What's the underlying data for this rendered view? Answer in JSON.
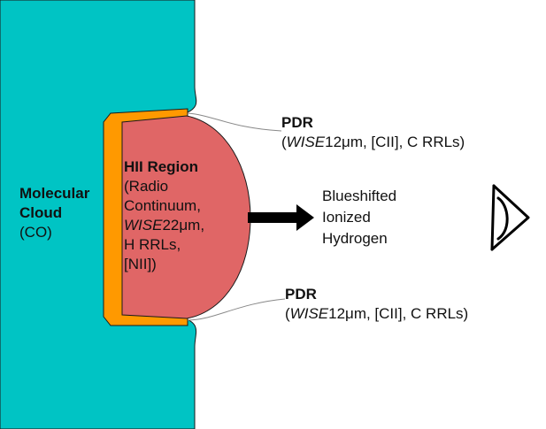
{
  "colors": {
    "molecular_cloud": "#00C4C4",
    "pdr": "#FF9900",
    "hii_region": "#E06666",
    "outline": "#1a1a1a",
    "connector": "#888888"
  },
  "molecular_cloud": {
    "title_line1": "Molecular",
    "title_line2": "Cloud",
    "tracer": "(CO)"
  },
  "hii_region": {
    "title": "HII Region",
    "line1": "(Radio",
    "line2": "Continuum,",
    "line3_italic": "WISE",
    "line3_rest": "22μm,",
    "line4": "H RRLs,",
    "line5": "[NII])"
  },
  "pdr_top": {
    "title": "PDR",
    "open": "(",
    "italic": "WISE",
    "rest": "12μm, [CII], C RRLs)"
  },
  "pdr_bottom": {
    "title": "PDR",
    "open": "(",
    "italic": "WISE",
    "rest": "12μm, [CII], C RRLs)"
  },
  "outflow": {
    "line1": "Blueshifted",
    "line2": "Ionized",
    "line3": "Hydrogen"
  },
  "icons": {
    "arrow": "right-arrow-icon",
    "observer": "eye-icon"
  }
}
